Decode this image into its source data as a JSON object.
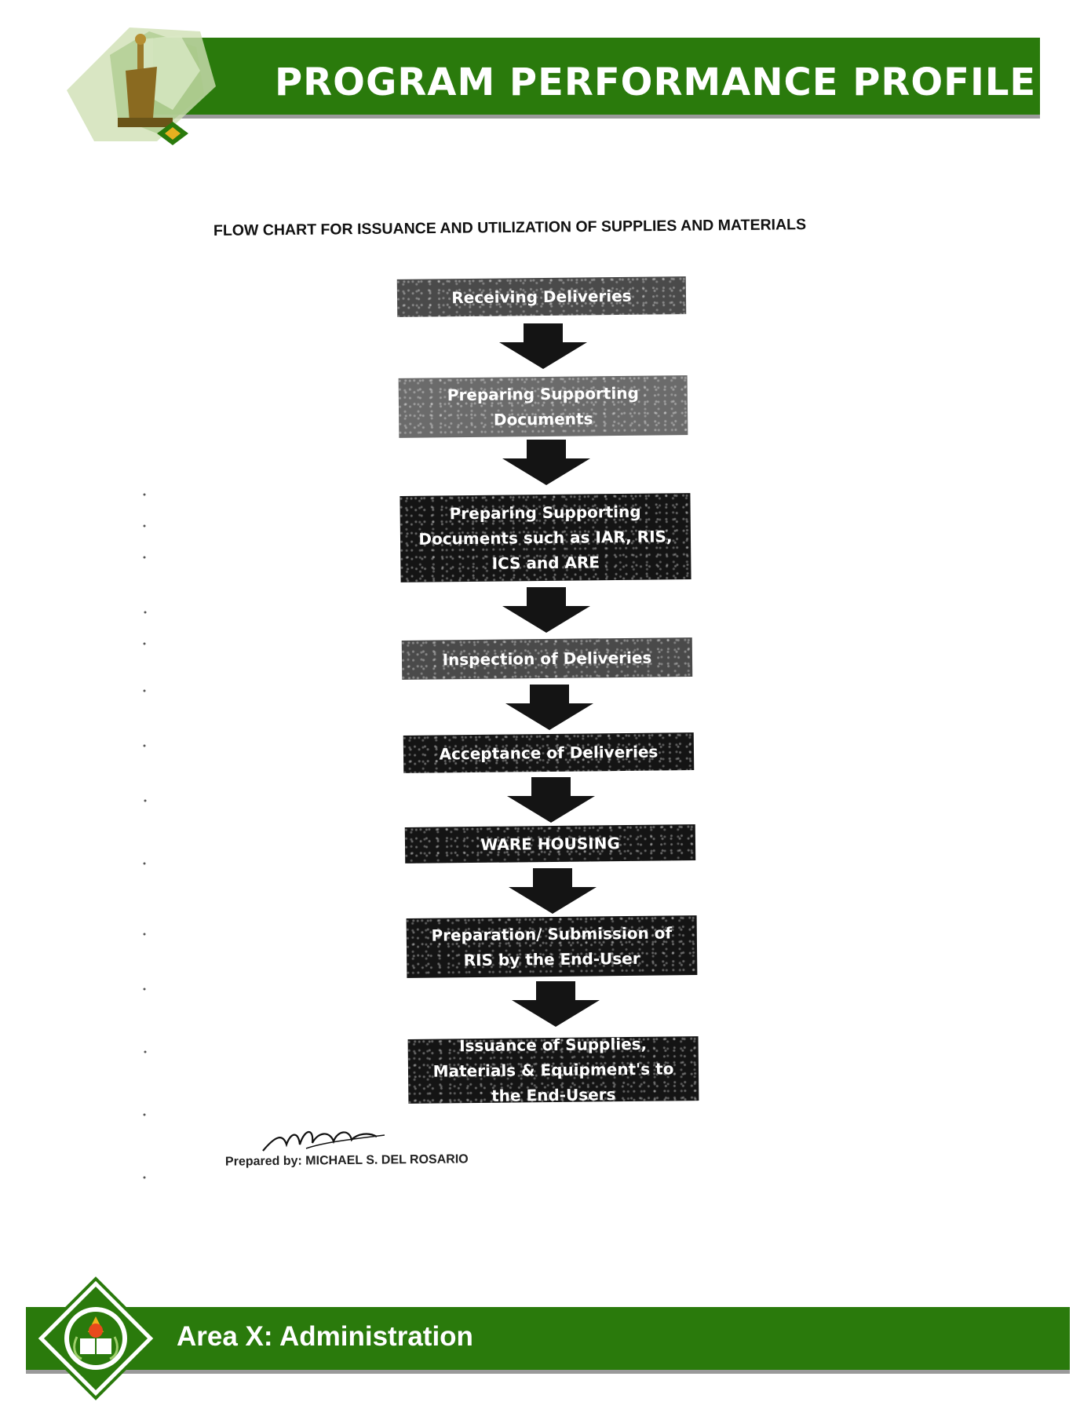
{
  "header": {
    "title": "PROGRAM PERFORMANCE PROFILE"
  },
  "chart": {
    "title": "FLOW CHART FOR ISSUANCE AND UTILIZATION OF SUPPLIES AND MATERIALS",
    "steps": [
      "Receiving Deliveries",
      "Preparing Supporting Documents",
      "Preparing Supporting Documents such as IAR, RIS, ICS and ARE",
      "Inspection of Deliveries",
      "Acceptance of Deliveries",
      "WARE HOUSING",
      "Preparation/ Submission of RIS by the End-User",
      "Issuance of Supplies, Materials & Equipment's to the End-Users"
    ]
  },
  "signature": {
    "prepared_by": "Prepared by: MICHAEL S. DEL ROSARIO"
  },
  "footer": {
    "area": "Area X: Administration"
  },
  "colors": {
    "banner_green": "#2a7a0c",
    "box_black": "#141414"
  }
}
